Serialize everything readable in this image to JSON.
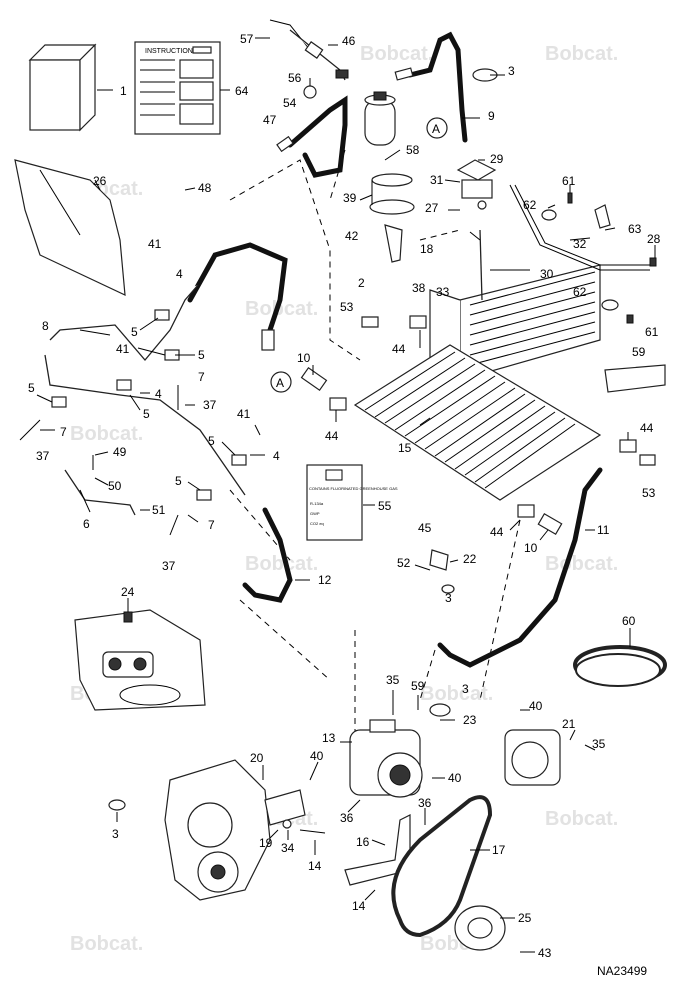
{
  "watermark": {
    "brand": "Bobcat."
  },
  "instructions_book": {
    "title": "INSTRUCTIONS"
  },
  "decal_55": {
    "title": "CONTAINS FLUORINATED GREENHOUSE GAS",
    "rows": [
      "R-134a",
      "GWP",
      "CO2 eq"
    ]
  },
  "callouts": {
    "n1": "1",
    "n64": "64",
    "n57": "57",
    "n46": "46",
    "n3a": "3",
    "n56": "56",
    "n54": "54",
    "n47": "47",
    "n9": "9",
    "n58": "58",
    "nA1": "A",
    "n29": "29",
    "n31": "31",
    "n39": "39",
    "n26": "26",
    "n48": "48",
    "n27": "27",
    "n61a": "61",
    "n62a": "62",
    "n63": "63",
    "n32": "32",
    "n28": "28",
    "n41a": "41",
    "n4a": "4",
    "n42": "42",
    "n18": "18",
    "n2": "2",
    "n38": "38",
    "n33": "33",
    "n30": "30",
    "n53a": "53",
    "n62b": "62",
    "n61b": "61",
    "n8": "8",
    "n5a": "5",
    "n41b": "41",
    "n5b": "5",
    "n44a": "44",
    "n7a": "7",
    "n10a": "10",
    "n59a": "59",
    "n4b": "4",
    "nA2": "A",
    "n5c": "5",
    "n37a": "37",
    "n5d": "5",
    "n41c": "41",
    "n7b": "7",
    "n37b": "37",
    "n5e": "5",
    "n4c": "4",
    "n44b": "44",
    "n44c": "44",
    "n49": "49",
    "n15": "15",
    "n53b": "53",
    "n50": "50",
    "n5f": "5",
    "n55": "55",
    "n6": "6",
    "n51": "51",
    "n7c": "7",
    "n45": "45",
    "n11": "11",
    "n44d": "44",
    "n10b": "10",
    "n37c": "37",
    "n22": "22",
    "n52": "52",
    "n3b": "3",
    "n12": "12",
    "n24": "24",
    "n60": "60",
    "n35a": "35",
    "n59b": "59",
    "n3c": "3",
    "n40a": "40",
    "n23": "23",
    "n21": "21",
    "n13": "13",
    "n35b": "35",
    "n20": "20",
    "n40b": "40",
    "n40c": "40",
    "n3d": "3",
    "n36a": "36",
    "n36b": "36",
    "n19": "19",
    "n34": "34",
    "n14a": "14",
    "n16": "16",
    "n17": "17",
    "n14b": "14",
    "n25": "25",
    "n43": "43"
  },
  "figure_id": "NA23499"
}
